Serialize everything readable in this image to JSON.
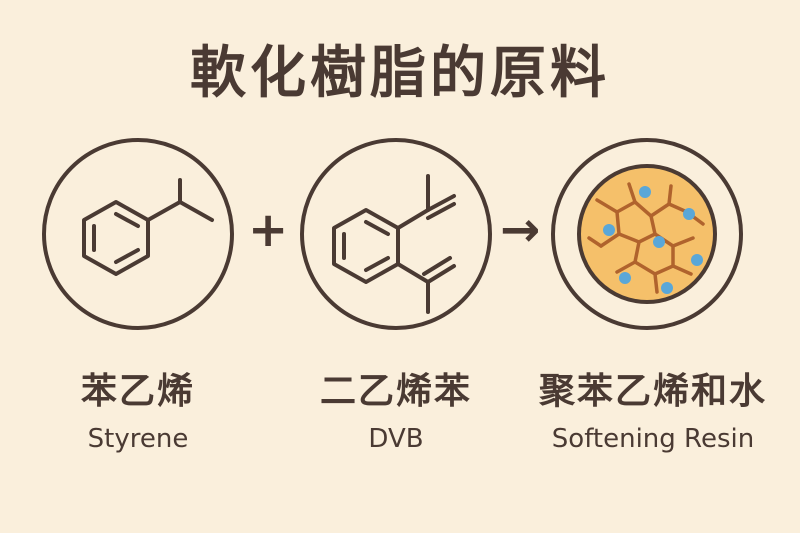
{
  "title": "軟化樹脂的原料",
  "operators": {
    "plus": "+",
    "arrow": "→"
  },
  "items": [
    {
      "name_cn": "苯乙烯",
      "name_en": "Styrene"
    },
    {
      "name_cn": "二乙烯苯",
      "name_en": "DVB"
    },
    {
      "name_cn": "聚苯乙烯和水",
      "name_en": "Softening Resin"
    }
  ],
  "colors": {
    "background": "#faefdc",
    "ink": "#4a3a33",
    "resin_fill": "#f5c06a",
    "resin_network": "#b0632d",
    "water_dots": "#5aa7d8"
  }
}
